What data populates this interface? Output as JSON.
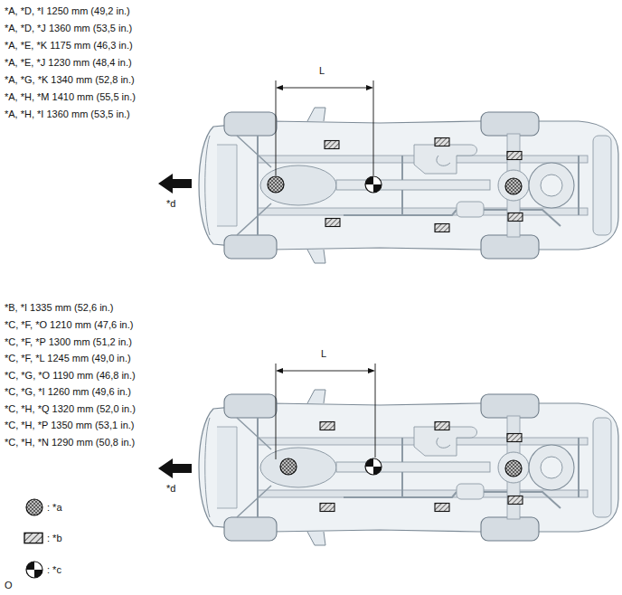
{
  "diagram": {
    "labels": [
      "*A, *D, *I 1250 mm (49,2 in.)",
      "*A, *D, *J 1360 mm (53,5 in.)",
      "*A, *E, *K 1175 mm (46,3 in.)",
      "*A, *E, *J 1230 mm (48,4 in.)",
      "*A, *G, *K 1340 mm (52,8 in.)",
      "*A, *H, *M 1410 mm (55,5 in.)",
      "*A, *H, *I 1360 mm (53,5 in.)",
      "L",
      "*d",
      "*B, *I 1335 mm (52,6 in.)",
      "*C, *F, *O 1210 mm (47,6 in.)",
      "*C, *F, *P 1300 mm (51,2 in.)",
      "*C, *F, *L 1245 mm (49,0 in.)",
      "*C, *G, *O 1190 mm (46,8 in.)",
      "*C, *G, *I 1260 mm (49,6 in.)",
      "*C, *H, *Q 1320 mm (52,0 in.)",
      "*C, *H, *P 1350 mm (53,1 in.)",
      "*C, *H, *N 1290 mm (50,8 in.)",
      "L",
      "*d",
      "O"
    ],
    "legend": [
      {
        "text": ": *a"
      },
      {
        "text": ": *b"
      },
      {
        "text": ": *c"
      }
    ]
  }
}
